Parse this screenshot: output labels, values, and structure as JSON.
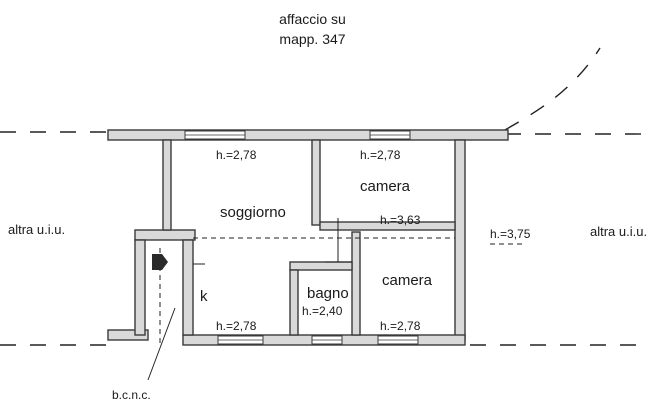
{
  "header": {
    "line1": "affaccio su",
    "line2": "mapp. 347"
  },
  "sides": {
    "left": "altra u.i.u.",
    "right": "altra u.i.u."
  },
  "rooms": {
    "soggiorno": "soggiorno",
    "camera_top": "camera",
    "camera_bottom": "camera",
    "bagno": "bagno",
    "kitchen": "k"
  },
  "heights": {
    "soggiorno": "h.=2,78",
    "camera_top": "h.=2,78",
    "corridor": "h.=3,63",
    "exterior": "h.=3,75",
    "kitchen": "h.=2,78",
    "bagno": "h.=2,40",
    "camera_bottom": "h.=2,78"
  },
  "common": {
    "label": "b.c.n.c."
  },
  "colors": {
    "wall": "#4a4a4a",
    "wall_fill": "#d9d9d9",
    "line": "#222222"
  }
}
